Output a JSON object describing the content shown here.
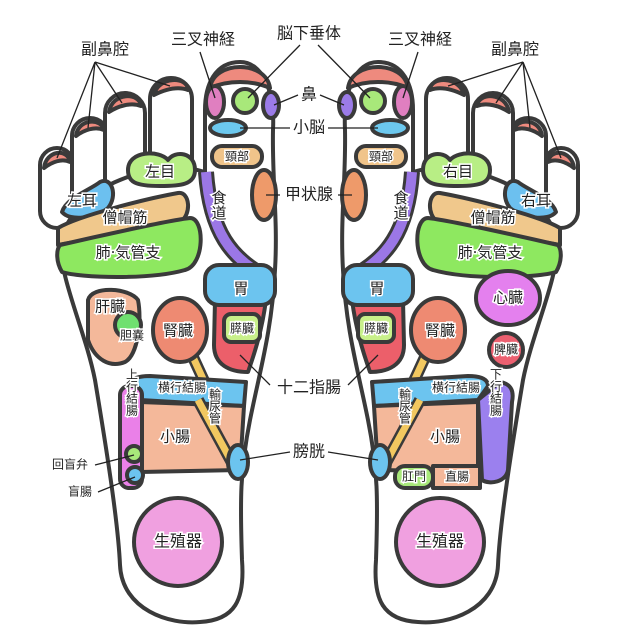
{
  "labels": {
    "sinus_left": "副鼻腔",
    "sinus_right": "副鼻腔",
    "trigeminal_left": "三叉神経",
    "trigeminal_right": "三叉神経",
    "pituitary": "脳下垂体",
    "nose": "鼻",
    "cerebellum": "小脳",
    "thyroid": "甲状腺",
    "duodenum": "十二指腸",
    "bladder": "膀胱",
    "ileocecal_valve": "回盲弁",
    "cecum": "盲腸"
  },
  "left_foot": {
    "eye": "左目",
    "ear": "左耳",
    "trapezius": "僧帽筋",
    "lungs": "肺·気管支",
    "neck": "頸部",
    "esophagus": "食道",
    "stomach": "胃",
    "pancreas": "膵臓",
    "liver": "肝臓",
    "gallbladder": "胆嚢",
    "kidney": "腎臓",
    "transverse_colon": "横行結腸",
    "ascending_colon": "上行結腸",
    "small_intestine": "小腸",
    "ureter": "輸尿管",
    "genitals": "生殖器"
  },
  "right_foot": {
    "eye": "右目",
    "ear": "右耳",
    "trapezius": "僧帽筋",
    "lungs": "肺·気管支",
    "neck": "頸部",
    "esophagus": "食道",
    "stomach": "胃",
    "pancreas": "膵臓",
    "heart": "心臓",
    "spleen": "脾臓",
    "kidney": "腎臓",
    "transverse_colon": "横行結腸",
    "descending_colon": "下行結腸",
    "small_intestine": "小腸",
    "ureter": "輸尿管",
    "anus": "肛門",
    "rectum": "直腸",
    "genitals": "生殖器"
  },
  "colors": {
    "sinus": "#ee8a7e",
    "trigeminal": "#e07fc0",
    "pituitary": "#a8e87a",
    "nose": "#9b7be8",
    "cerebellum": "#6cc8ee",
    "neck": "#f0c48a",
    "thyroid": "#ee9a6a",
    "eye": "#b8ee85",
    "ear": "#6cc0ef",
    "trapezius": "#f0c88c",
    "lungs": "#8ee860",
    "esophagus": "#9b77e6",
    "stomach": "#6cc4ef",
    "duodenum": "#ec5f6a",
    "pancreas": "#c8f08a",
    "liver": "#f4b89a",
    "gallbladder": "#6fe070",
    "kidney": "#ee8a72",
    "ureter": "#f2c860",
    "colon": "#6cc4ef",
    "ascending_colon": "#ea80e8",
    "descending_colon": "#9b80ee",
    "small_intestine": "#f4b89a",
    "bladder": "#6cc4ef",
    "genitals": "#f0a0e0",
    "heart": "#e480ee",
    "spleen": "#ec6070"
  }
}
